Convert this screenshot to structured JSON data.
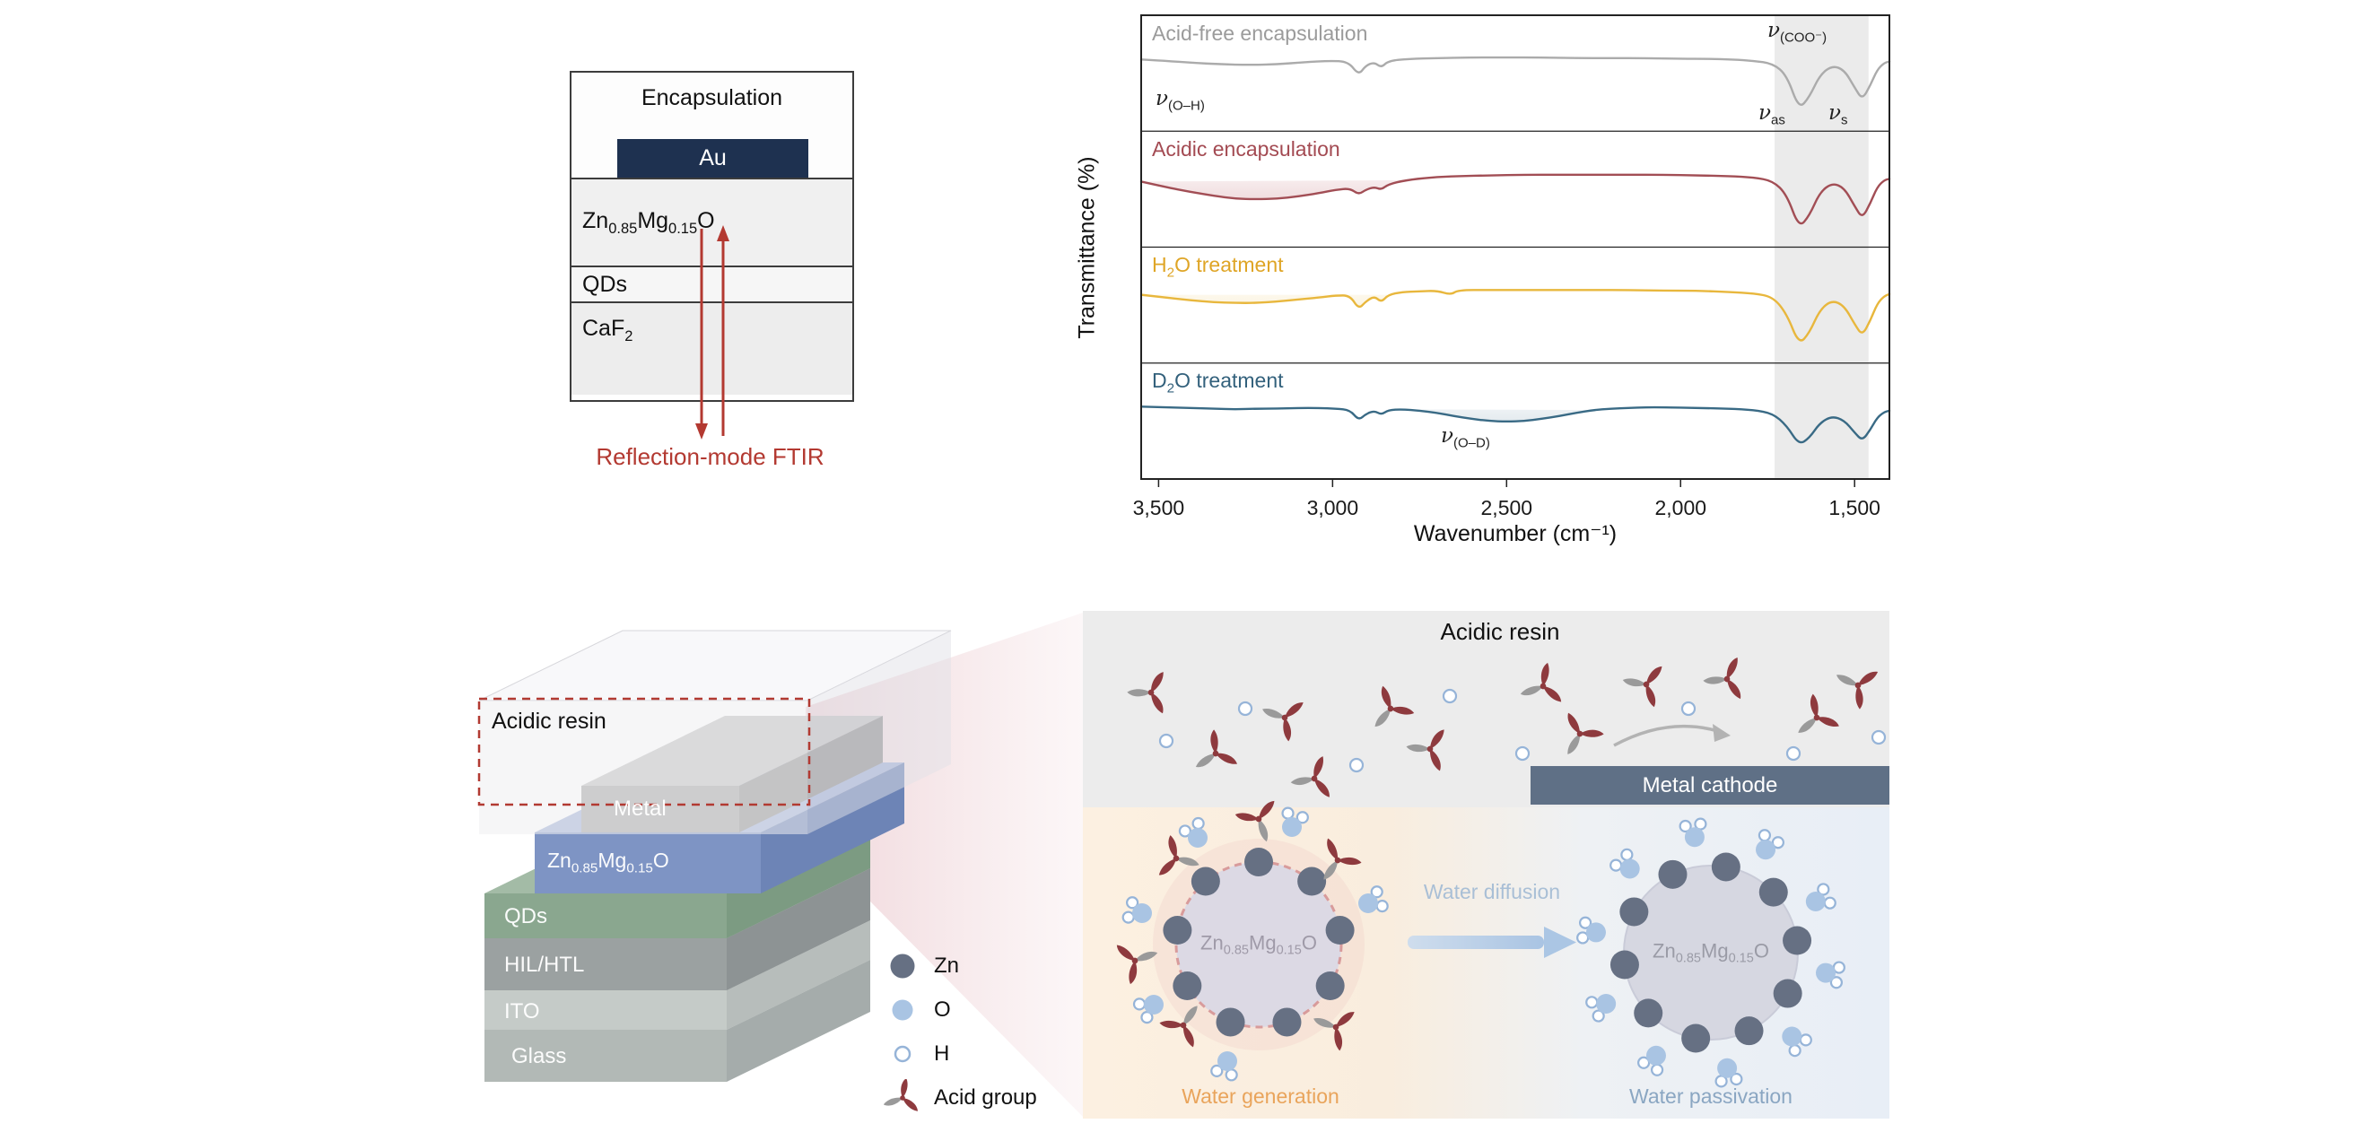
{
  "figure": {
    "background": "#ffffff"
  },
  "formulas": {
    "znmgo": {
      "segments": [
        {
          "t": "Zn"
        },
        {
          "sub": "0.85"
        },
        {
          "t": "Mg"
        },
        {
          "sub": "0.15"
        },
        {
          "t": "O"
        }
      ]
    },
    "caf2": {
      "segments": [
        {
          "t": "CaF"
        },
        {
          "sub": "2"
        }
      ]
    }
  },
  "device_schematic": {
    "encapsulation_label": "Encapsulation",
    "au_label": "Au",
    "qds_label": "QDs",
    "ftir_label": "Reflection-mode FTIR",
    "colors": {
      "au_bar": "#1e3150",
      "arrow_red": "#b33931"
    }
  },
  "chart_data": {
    "type": "line",
    "ylabel": "Transmittance (%)",
    "xlabel": "Wavenumber (cm⁻¹)",
    "x_ticks": [
      3500,
      3000,
      2500,
      2000,
      1500
    ],
    "x_tick_labels": [
      "3,500",
      "3,000",
      "2,500",
      "2,000",
      "1,500"
    ],
    "x_range": [
      3550,
      1400
    ],
    "x_axis_direction": "decreasing",
    "highlight_band_cm": [
      1730,
      1460
    ],
    "panels": [
      {
        "name": "Acid-free encapsulation",
        "label_segments": [
          {
            "t": "Acid-free encapsulation"
          }
        ],
        "label_color": "#9b9b9b",
        "color": "#ababab",
        "fill_region": null,
        "fill_color": null,
        "points": [
          [
            3550,
            0.07
          ],
          [
            3480,
            0.09
          ],
          [
            3400,
            0.12
          ],
          [
            3320,
            0.14
          ],
          [
            3240,
            0.15
          ],
          [
            3160,
            0.14
          ],
          [
            3080,
            0.11
          ],
          [
            3010,
            0.09
          ],
          [
            2955,
            0.1
          ],
          [
            2925,
            0.3
          ],
          [
            2905,
            0.16
          ],
          [
            2880,
            0.11
          ],
          [
            2860,
            0.19
          ],
          [
            2840,
            0.09
          ],
          [
            2780,
            0.06
          ],
          [
            2700,
            0.05
          ],
          [
            2600,
            0.04
          ],
          [
            2500,
            0.04
          ],
          [
            2400,
            0.04
          ],
          [
            2300,
            0.05
          ],
          [
            2200,
            0.05
          ],
          [
            2100,
            0.05
          ],
          [
            2000,
            0.06
          ],
          [
            1920,
            0.06
          ],
          [
            1850,
            0.07
          ],
          [
            1790,
            0.09
          ],
          [
            1735,
            0.13
          ],
          [
            1695,
            0.3
          ],
          [
            1660,
            0.8
          ],
          [
            1630,
            0.62
          ],
          [
            1600,
            0.3
          ],
          [
            1565,
            0.16
          ],
          [
            1530,
            0.22
          ],
          [
            1500,
            0.48
          ],
          [
            1478,
            0.66
          ],
          [
            1455,
            0.45
          ],
          [
            1435,
            0.22
          ],
          [
            1415,
            0.12
          ],
          [
            1400,
            0.1
          ]
        ]
      },
      {
        "name": "Acidic encapsulation",
        "label_segments": [
          {
            "t": "Acidic encapsulation"
          }
        ],
        "label_color": "#a34a52",
        "color": "#a24e55",
        "fill_region": [
          3550,
          2780
        ],
        "fill_color": "#b04a52",
        "points": [
          [
            3550,
            0.16
          ],
          [
            3480,
            0.24
          ],
          [
            3410,
            0.31
          ],
          [
            3340,
            0.37
          ],
          [
            3280,
            0.41
          ],
          [
            3220,
            0.42
          ],
          [
            3160,
            0.41
          ],
          [
            3100,
            0.38
          ],
          [
            3040,
            0.33
          ],
          [
            2990,
            0.28
          ],
          [
            2950,
            0.26
          ],
          [
            2925,
            0.35
          ],
          [
            2905,
            0.28
          ],
          [
            2880,
            0.24
          ],
          [
            2860,
            0.28
          ],
          [
            2840,
            0.2
          ],
          [
            2790,
            0.14
          ],
          [
            2720,
            0.1
          ],
          [
            2640,
            0.08
          ],
          [
            2550,
            0.07
          ],
          [
            2450,
            0.06
          ],
          [
            2350,
            0.06
          ],
          [
            2250,
            0.06
          ],
          [
            2150,
            0.06
          ],
          [
            2050,
            0.06
          ],
          [
            1950,
            0.07
          ],
          [
            1860,
            0.08
          ],
          [
            1790,
            0.1
          ],
          [
            1735,
            0.15
          ],
          [
            1695,
            0.35
          ],
          [
            1660,
            0.84
          ],
          [
            1630,
            0.66
          ],
          [
            1600,
            0.32
          ],
          [
            1565,
            0.18
          ],
          [
            1530,
            0.25
          ],
          [
            1500,
            0.52
          ],
          [
            1478,
            0.7
          ],
          [
            1455,
            0.48
          ],
          [
            1435,
            0.24
          ],
          [
            1415,
            0.14
          ],
          [
            1400,
            0.12
          ]
        ]
      },
      {
        "name": "H2O treatment",
        "label_segments": [
          {
            "t": "H"
          },
          {
            "sub": "2"
          },
          {
            "t": "O treatment"
          }
        ],
        "label_color": "#dfa526",
        "color": "#e8b73d",
        "fill_region": [
          3550,
          2830
        ],
        "fill_color": "#e9b73d",
        "points": [
          [
            3550,
            0.12
          ],
          [
            3480,
            0.16
          ],
          [
            3410,
            0.2
          ],
          [
            3340,
            0.23
          ],
          [
            3280,
            0.24
          ],
          [
            3220,
            0.24
          ],
          [
            3160,
            0.22
          ],
          [
            3100,
            0.19
          ],
          [
            3040,
            0.16
          ],
          [
            2990,
            0.13
          ],
          [
            2950,
            0.13
          ],
          [
            2925,
            0.33
          ],
          [
            2905,
            0.22
          ],
          [
            2880,
            0.14
          ],
          [
            2860,
            0.23
          ],
          [
            2840,
            0.12
          ],
          [
            2800,
            0.08
          ],
          [
            2750,
            0.07
          ],
          [
            2700,
            0.06
          ],
          [
            2660,
            0.12
          ],
          [
            2640,
            0.05
          ],
          [
            2550,
            0.05
          ],
          [
            2450,
            0.05
          ],
          [
            2350,
            0.05
          ],
          [
            2250,
            0.05
          ],
          [
            2150,
            0.05
          ],
          [
            2050,
            0.06
          ],
          [
            1950,
            0.06
          ],
          [
            1860,
            0.08
          ],
          [
            1790,
            0.1
          ],
          [
            1735,
            0.15
          ],
          [
            1695,
            0.4
          ],
          [
            1660,
            0.85
          ],
          [
            1630,
            0.68
          ],
          [
            1600,
            0.34
          ],
          [
            1565,
            0.2
          ],
          [
            1530,
            0.28
          ],
          [
            1500,
            0.55
          ],
          [
            1478,
            0.72
          ],
          [
            1455,
            0.5
          ],
          [
            1435,
            0.25
          ],
          [
            1415,
            0.14
          ],
          [
            1400,
            0.11
          ]
        ]
      },
      {
        "name": "D2O treatment",
        "label_segments": [
          {
            "t": "D"
          },
          {
            "sub": "2"
          },
          {
            "t": "O treatment"
          }
        ],
        "label_color": "#33617c",
        "color": "#396a85",
        "fill_region": [
          2810,
          2220
        ],
        "fill_color": "#46738f",
        "points": [
          [
            3550,
            0.06
          ],
          [
            3480,
            0.07
          ],
          [
            3410,
            0.08
          ],
          [
            3340,
            0.09
          ],
          [
            3280,
            0.1
          ],
          [
            3220,
            0.09
          ],
          [
            3160,
            0.09
          ],
          [
            3100,
            0.08
          ],
          [
            3040,
            0.08
          ],
          [
            2990,
            0.09
          ],
          [
            2950,
            0.11
          ],
          [
            2925,
            0.26
          ],
          [
            2905,
            0.17
          ],
          [
            2880,
            0.12
          ],
          [
            2860,
            0.18
          ],
          [
            2840,
            0.11
          ],
          [
            2800,
            0.1
          ],
          [
            2750,
            0.12
          ],
          [
            2700,
            0.15
          ],
          [
            2650,
            0.2
          ],
          [
            2600,
            0.24
          ],
          [
            2550,
            0.27
          ],
          [
            2500,
            0.28
          ],
          [
            2450,
            0.27
          ],
          [
            2400,
            0.24
          ],
          [
            2350,
            0.2
          ],
          [
            2300,
            0.15
          ],
          [
            2250,
            0.11
          ],
          [
            2200,
            0.09
          ],
          [
            2150,
            0.08
          ],
          [
            2100,
            0.07
          ],
          [
            2050,
            0.07
          ],
          [
            1950,
            0.08
          ],
          [
            1860,
            0.09
          ],
          [
            1790,
            0.11
          ],
          [
            1735,
            0.16
          ],
          [
            1695,
            0.34
          ],
          [
            1660,
            0.62
          ],
          [
            1630,
            0.52
          ],
          [
            1600,
            0.3
          ],
          [
            1565,
            0.2
          ],
          [
            1530,
            0.26
          ],
          [
            1500,
            0.44
          ],
          [
            1478,
            0.56
          ],
          [
            1455,
            0.4
          ],
          [
            1435,
            0.22
          ],
          [
            1415,
            0.14
          ],
          [
            1400,
            0.12
          ]
        ]
      }
    ],
    "annotations": {
      "oh": {
        "segments": [
          {
            "i": "ν"
          },
          {
            "sub": "(O–H)"
          }
        ]
      },
      "coo": {
        "segments": [
          {
            "i": "ν"
          },
          {
            "sub": "(COO⁻)"
          }
        ]
      },
      "vas": {
        "segments": [
          {
            "i": "ν"
          },
          {
            "sub": "as"
          }
        ]
      },
      "vs": {
        "segments": [
          {
            "i": "ν"
          },
          {
            "sub": "s"
          }
        ]
      },
      "od": {
        "segments": [
          {
            "i": "ν"
          },
          {
            "sub": "(O–D)"
          }
        ]
      }
    }
  },
  "stack": {
    "resin_label": "Acidic resin",
    "layers": [
      {
        "id": "glass",
        "label": "Glass"
      },
      {
        "id": "ito",
        "label": "ITO"
      },
      {
        "id": "hil",
        "label": "HIL/HTL"
      },
      {
        "id": "qds",
        "label": "QDs"
      },
      {
        "id": "znmgo",
        "label_formula": "znmgo"
      },
      {
        "id": "metal",
        "label": "Metal"
      }
    ]
  },
  "legend": {
    "items": [
      {
        "id": "zn",
        "label": "Zn"
      },
      {
        "id": "o",
        "label": "O"
      },
      {
        "id": "h",
        "label": "H"
      },
      {
        "id": "acid",
        "label": "Acid group"
      }
    ],
    "colors": {
      "zn": "#667083",
      "o": "#a9c4e3",
      "h_stroke": "#96b4d8",
      "acid": "#8e3a3e"
    }
  },
  "mechanism": {
    "title": "Acidic resin",
    "metal_cathode_label": "Metal cathode",
    "water_diffusion_label": "Water diffusion",
    "water_generation_label": "Water generation",
    "water_passivation_label": "Water passivation",
    "colors": {
      "cathode_bg": "#5f7086",
      "generation": "#e9a45b",
      "passivation": "#8aa6c2",
      "diffusion": "#a9bfd6"
    }
  }
}
